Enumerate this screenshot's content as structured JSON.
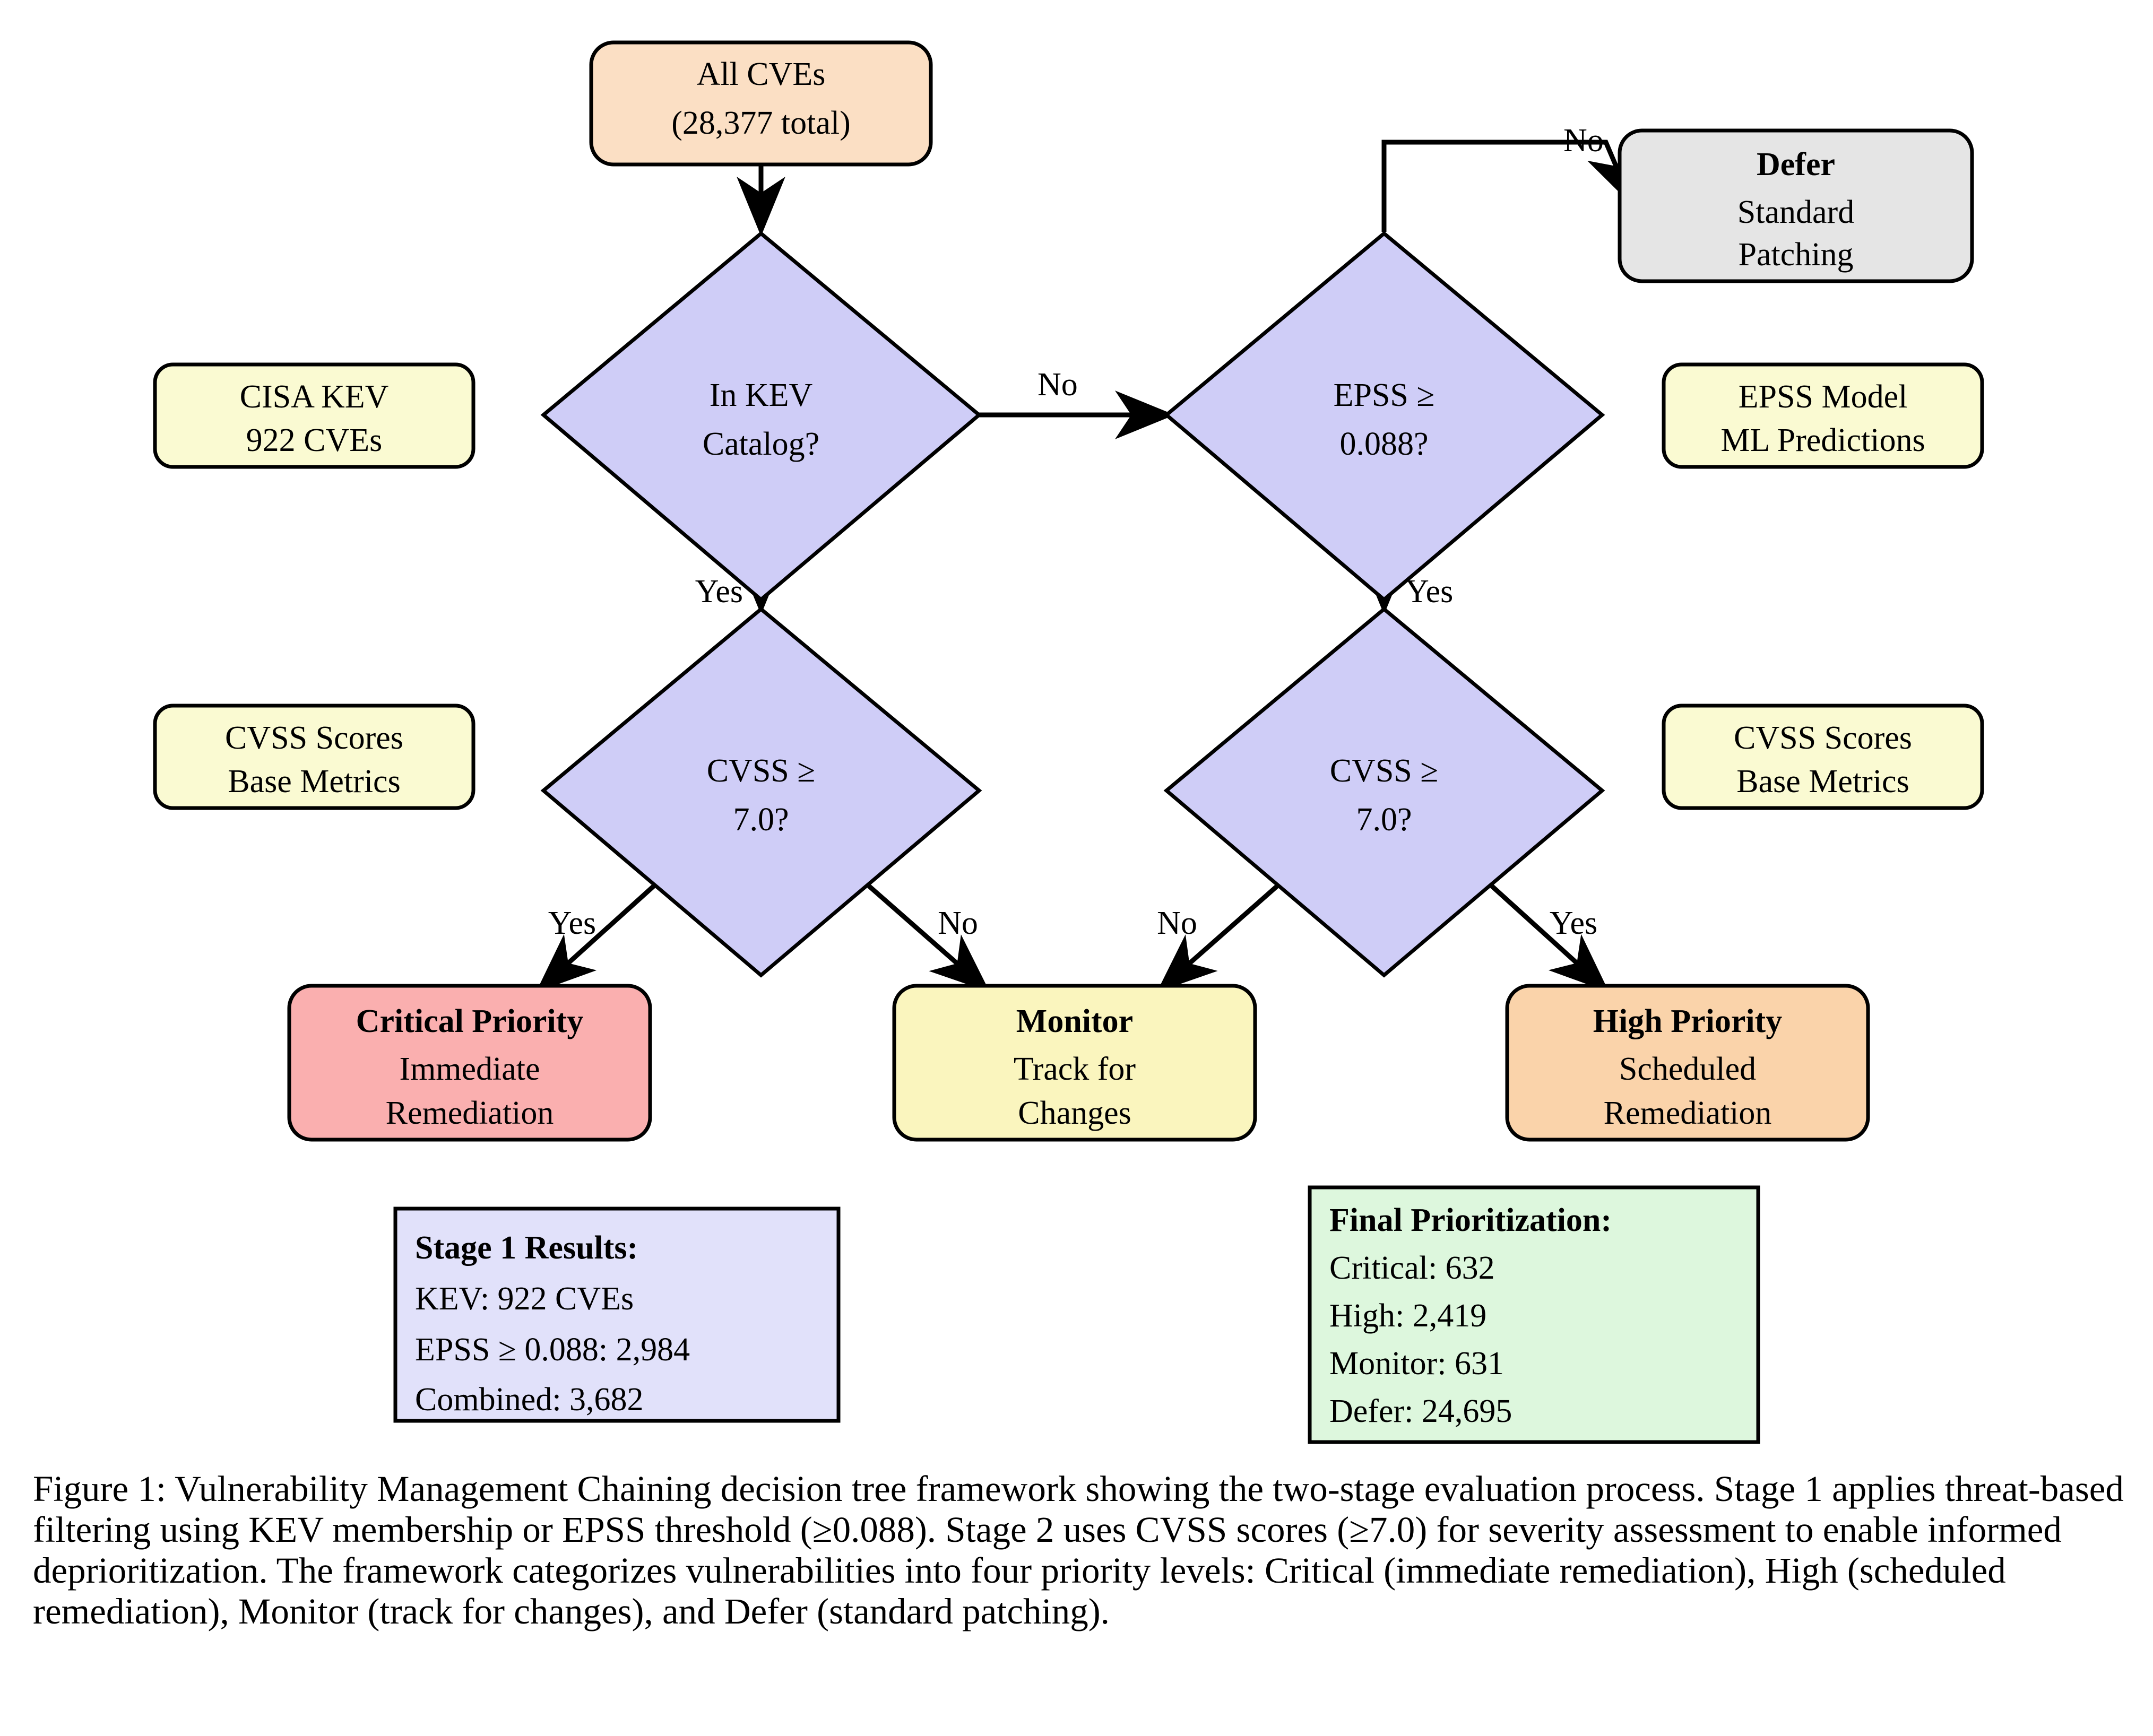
{
  "figure": {
    "caption": "Figure 1: Vulnerability Management Chaining decision tree framework showing the two-stage evaluation process. Stage 1 applies threat-based filtering using KEV membership or EPSS threshold (≥0.088). Stage 2 uses CVSS scores (≥7.0) for severity assessment to enable informed deprioritization. The framework categorizes vulnerabilities into four priority levels: Critical (immediate remediation), High (scheduled remediation), Monitor (track for changes), and Defer (standard patching)."
  },
  "colors": {
    "root_fill": "#FBDFC4",
    "decision_fill": "#CFCDF7",
    "annotation_fill": "#FAFAD2",
    "defer_fill": "#E5E5E5",
    "critical_fill": "#FAAFAF",
    "monitor_fill": "#FAF5BE",
    "high_fill": "#FAD3AA",
    "stage1_fill": "#E1E1FA",
    "final_fill": "#DDF7DD",
    "stroke": "#000000"
  },
  "nodes": {
    "root": {
      "line1": "All CVEs",
      "line2": "(28,377 total)"
    },
    "kev_decision": {
      "line1": "In KEV",
      "line2": "Catalog?"
    },
    "epss_decision": {
      "line1": "EPSS ≥",
      "line2": "0.088?"
    },
    "cvss_left": {
      "line1": "CVSS ≥",
      "line2": "7.0?"
    },
    "cvss_right": {
      "line1": "CVSS ≥",
      "line2": "7.0?"
    },
    "defer": {
      "line1": "Defer",
      "line2": "Standard",
      "line3": "Patching"
    },
    "critical": {
      "line1": "Critical Priority",
      "line2": "Immediate",
      "line3": "Remediation"
    },
    "monitor": {
      "line1": "Monitor",
      "line2": "Track for",
      "line3": "Changes"
    },
    "high": {
      "line1": "High Priority",
      "line2": "Scheduled",
      "line3": "Remediation"
    }
  },
  "annotations": {
    "cisa_kev": {
      "line1": "CISA KEV",
      "line2": "922 CVEs"
    },
    "epss_model": {
      "line1": "EPSS Model",
      "line2": "ML Predictions"
    },
    "cvss_left_note": {
      "line1": "CVSS Scores",
      "line2": "Base Metrics"
    },
    "cvss_right_note": {
      "line1": "CVSS Scores",
      "line2": "Base Metrics"
    }
  },
  "edge_labels": {
    "kev_no": "No",
    "kev_yes": "Yes",
    "epss_no": "No",
    "epss_yes": "Yes",
    "cvss_left_yes": "Yes",
    "cvss_left_no": "No",
    "cvss_right_no": "No",
    "cvss_right_yes": "Yes"
  },
  "panels": {
    "stage1": {
      "title": "Stage 1 Results:",
      "rows": [
        "KEV: 922 CVEs",
        "EPSS ≥ 0.088:  2,984",
        "Combined:  3,682"
      ]
    },
    "final": {
      "title": "Final Prioritization:",
      "rows": [
        "Critical:  632",
        "High:  2,419",
        "Monitor:  631",
        "Defer:  24,695"
      ]
    }
  }
}
